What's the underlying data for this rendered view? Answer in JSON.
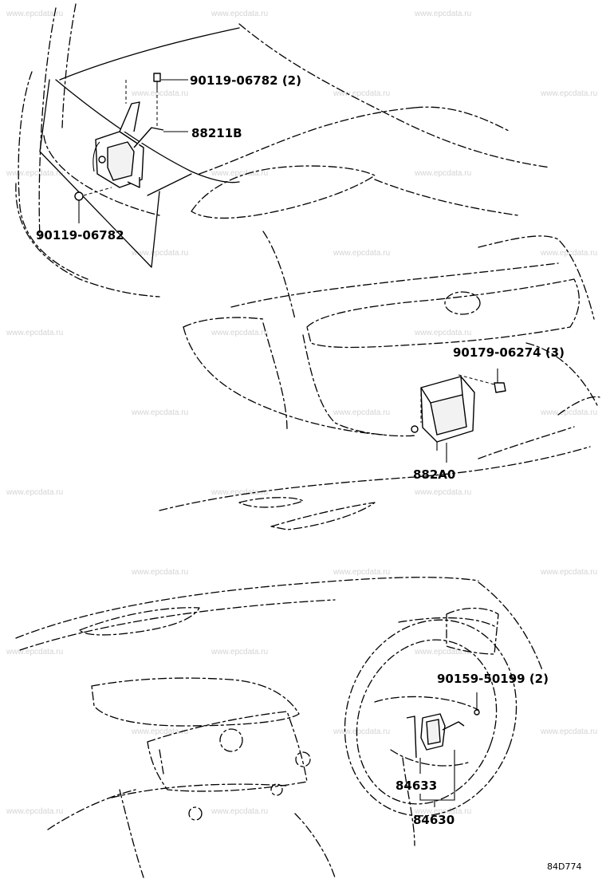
{
  "watermark": "www.epcdata.ru",
  "labels": {
    "bolt_upper_qty": "90119-06782 (2)",
    "sensor_88211B": "88211B",
    "bolt_lower": "90119-06782",
    "nut_90179": "90179-06274 (3)",
    "module_882A0": "882A0",
    "screw_90159": "90159-50199 (2)",
    "switch_84633": "84633",
    "switch_84630": "84630"
  },
  "diagram_code": "84D774"
}
